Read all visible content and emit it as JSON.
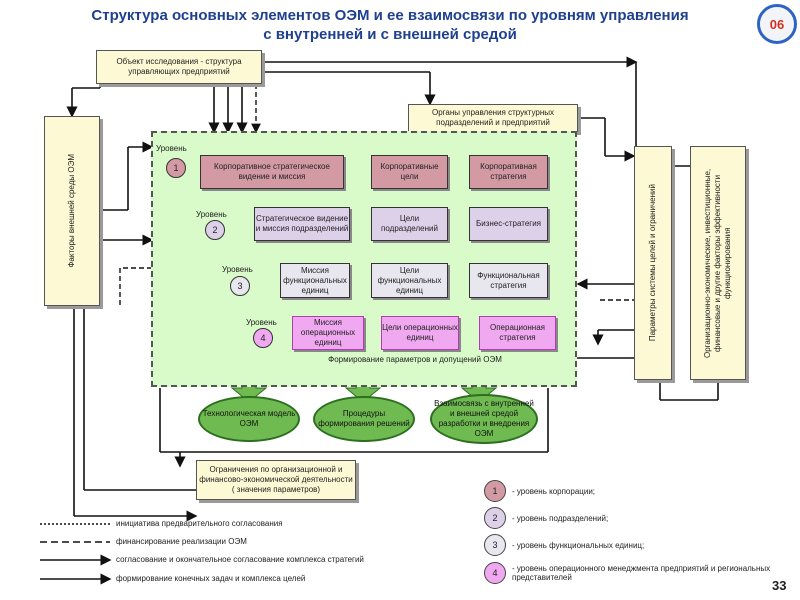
{
  "header": {
    "title_line1": "Структура основных элементов ОЭМ и ее взаимосвязи по уровням управления",
    "title_line2": "с внутренней и с внешней средой",
    "badge": "06",
    "page_number": "33"
  },
  "boxes": {
    "object": "Объект исследования - структура управляющих предприятий",
    "organs": "Органы управления структурных подразделений и предприятий",
    "left_vertical": "Факторы внешней среды ОЭМ",
    "right_vertical1": "Параметры системы целей и ограничений",
    "right_vertical2": "Организационно-экономические, инвестиционные, финансовые и другие факторы эффективности функционирования",
    "bottom_constraints": "Ограничения по организационной и финансово-экономической деятельности ( значения параметров)"
  },
  "levels": [
    {
      "label": "Уровень",
      "num": "1",
      "nodes": [
        "Корпоративное стратегическое видение и миссия",
        "Корпоративные цели",
        "Корпоративная стратегия"
      ]
    },
    {
      "label": "Уровень",
      "num": "2",
      "nodes": [
        "Стратегическое видение и миссия подразделений",
        "Цели подразделений",
        "Бизнес-стратегия"
      ]
    },
    {
      "label": "Уровень",
      "num": "3",
      "nodes": [
        "Миссия функциональных единиц",
        "Цели функциональных единиц",
        "Функциональная стратегия"
      ]
    },
    {
      "label": "Уровень",
      "num": "4",
      "nodes": [
        "Миссия операционных единиц",
        "Цели операционных единиц",
        "Операционная стратегия"
      ]
    }
  ],
  "formation_caption": "Формирование параметров и допущений ОЭМ",
  "ovals": [
    "Технологическая модель ОЭМ",
    "Процедуры формирования решений",
    "Взаимосвязь с внутренней и внешней средой разработки и внедрения ОЭМ"
  ],
  "legend_lines": [
    "инициатива предварительного согласования",
    "финансирование реализации ОЭМ",
    "согласование и окончательное согласование комплекса стратегий",
    "формирование конечных задач и комплекса целей"
  ],
  "legend_levels": [
    {
      "num": "1",
      "text": "- уровень корпорации;"
    },
    {
      "num": "2",
      "text": "- уровень подразделений;"
    },
    {
      "num": "3",
      "text": "- уровень функциональных единиц;"
    },
    {
      "num": "4",
      "text": "- уровень операционного менеджмента предприятий и региональных представителей"
    }
  ],
  "colors": {
    "title": "#1f3f8f",
    "area": "#d8fbc9",
    "level1": "#d39aa3",
    "level2": "#ddd1ea",
    "level3": "#e8e6ee",
    "level4": "#f0a8f0",
    "oval": "#6fbb52",
    "box": "#fdf9d4"
  }
}
